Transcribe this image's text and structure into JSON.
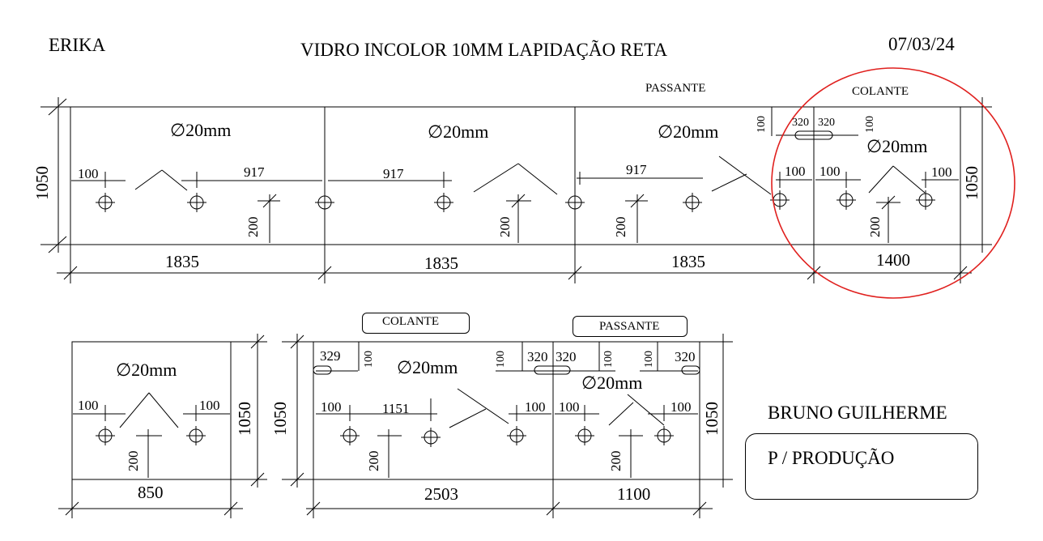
{
  "header": {
    "client": "ERIKA",
    "title": "VIDRO INCOLOR 10MM LAPIDAÇÃO RETA",
    "date": "07/03/24"
  },
  "labels": {
    "passante": "PASSANTE",
    "colante": "COLANTE",
    "hole": "∅20mm"
  },
  "top_row": {
    "height": "1050",
    "widths": [
      "1835",
      "1835",
      "1835",
      "1400"
    ],
    "offsets": {
      "d100": "100",
      "d200": "200",
      "d917": "917",
      "d320": "320"
    }
  },
  "bottom_row": {
    "small_width": "850",
    "height": "1050",
    "widths": [
      "2503",
      "1100"
    ],
    "offsets": {
      "d100": "100",
      "d200": "200",
      "d329": "329",
      "d320": "320",
      "d1151": "1151"
    }
  },
  "footer": {
    "name": "BRUNO GUILHERME",
    "note": "P / PRODUÇÃO"
  },
  "colors": {
    "ink": "#000000",
    "highlight": "#e0201e"
  }
}
